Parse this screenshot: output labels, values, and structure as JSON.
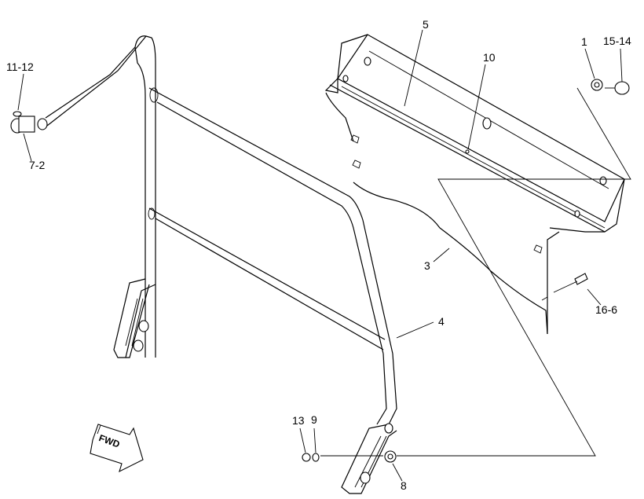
{
  "diagram": {
    "callouts": [
      "1",
      "15-14",
      "5",
      "10",
      "11-12",
      "7-2",
      "3",
      "16-6",
      "4",
      "13",
      "9",
      "8"
    ],
    "direction_badge": "FWD"
  }
}
